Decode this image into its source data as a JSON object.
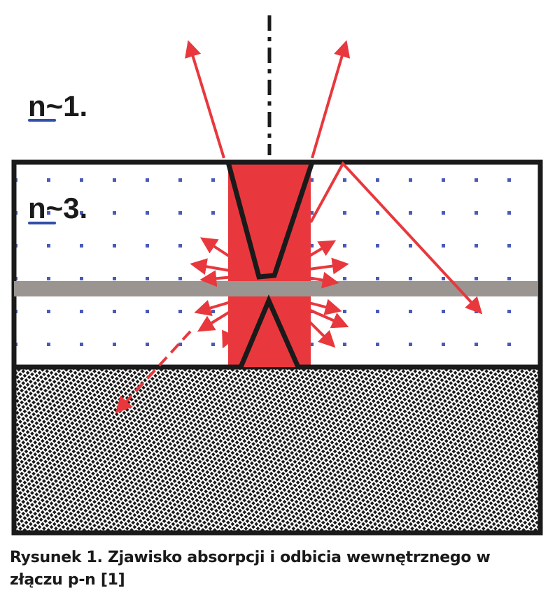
{
  "labels": {
    "outer": "n~1.",
    "inner": "n~3."
  },
  "caption": "Rysunek 1. Zjawisko absorpcji i odbicia wewnętrznego w złączu p-n [1]",
  "colors": {
    "light_ray": "#e8383d",
    "outline": "#1a1a1a",
    "junction": "#9a9590",
    "dot": "#4a5ab8",
    "underline": "#2f4fa8",
    "hatch": "#1a1a1a"
  }
}
